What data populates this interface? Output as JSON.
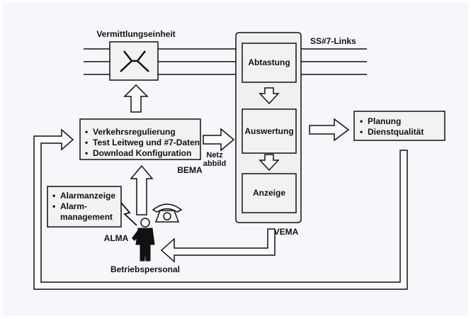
{
  "labels": {
    "vermittlungseinheit": "Vermittlungseinheit",
    "ss7_links": "SS#7-Links",
    "abtastung": "Abtastung",
    "auswertung": "Auswertung",
    "anzeige": "Anzeige",
    "vema": "VEMA",
    "bema": "BEMA",
    "alma": "ALMA",
    "netz": "Netz",
    "abbild": "abbild",
    "betriebspersonal": "Betriebspersonal"
  },
  "bema_items": [
    "Verkehrsregulierung",
    "Test Leitweg und #7-Daten",
    "Download Konfiguration"
  ],
  "alma_items": [
    "Alarmanzeige",
    "Alarm-",
    "management"
  ],
  "planung_items": [
    "Planung",
    "Dienstqualität"
  ],
  "colors": {
    "background": "#f7f6fb",
    "box_fill": "#f2f2f3",
    "stroke": "#111111"
  }
}
